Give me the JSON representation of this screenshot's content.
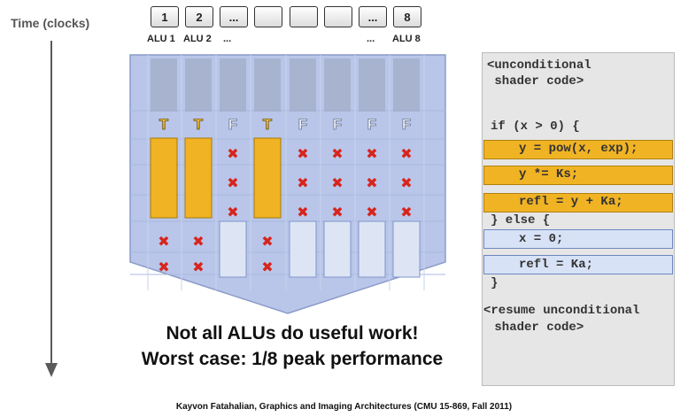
{
  "time_axis": {
    "label": "Time (clocks)"
  },
  "alu_boxes": [
    "1",
    "2",
    "...",
    "",
    "",
    "",
    "...",
    "8"
  ],
  "alu_labels": {
    "alu1": "ALU 1",
    "alu2": "ALU 2",
    "ellipsis_left": "...",
    "ellipsis_right": "...",
    "alu8": "ALU 8"
  },
  "diagram": {
    "predicates": [
      "T",
      "T",
      "F",
      "T",
      "F",
      "F",
      "F",
      "F"
    ],
    "cross_glyph": "✖",
    "colors": {
      "true_work": "#f0b323",
      "false_work": "#dde5f5",
      "grid": "#a9b8df",
      "header": "#9aa4bb"
    }
  },
  "captions": {
    "line1": "Not all ALUs do useful work!",
    "line2": "Worst case: 1/8 peak performance"
  },
  "code": {
    "pre1": "<unconditional",
    "pre2": " shader code>",
    "if_line": "if (x > 0) {",
    "line_pow": "y = pow(x, exp);",
    "line_mul": "y *= Ks;",
    "line_refl_true": "refl = y + Ka;",
    "else_line": "} else {",
    "line_x": "x = 0;",
    "line_refl_false": "refl = Ka;",
    "close": "}",
    "post1": "<resume unconditional",
    "post2": " shader code>"
  },
  "footer": "Kayvon Fatahalian, Graphics and Imaging Architectures  (CMU 15-869, Fall 2011)"
}
